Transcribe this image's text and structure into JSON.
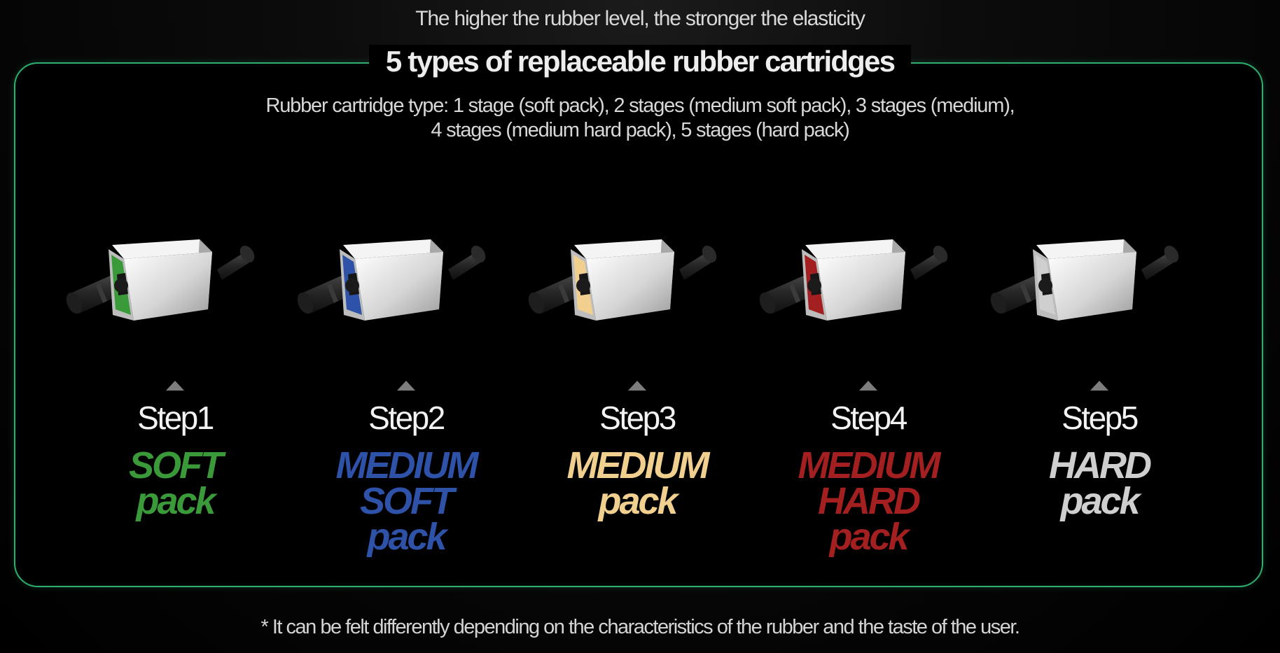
{
  "tagline": "The higher the rubber level, the stronger the elasticity",
  "headline": "5 types of replaceable rubber cartridges",
  "description": {
    "line1": "Rubber cartridge type: 1 stage (soft pack), 2 stages (medium soft pack), 3 stages (medium),",
    "line2": "4 stages (medium hard pack), 5 stages (hard pack)"
  },
  "steps": [
    {
      "label": "Step1",
      "name_lines": [
        "SOFT",
        "pack"
      ],
      "color": "#3a9a3a",
      "icon": "green-rubber-cartridge-icon"
    },
    {
      "label": "Step2",
      "name_lines": [
        "MEDIUM",
        "SOFT",
        "pack"
      ],
      "color": "#2d52a8",
      "icon": "blue-rubber-cartridge-icon"
    },
    {
      "label": "Step3",
      "name_lines": [
        "MEDIUM",
        "pack"
      ],
      "color": "#f0cf8f",
      "icon": "beige-rubber-cartridge-icon"
    },
    {
      "label": "Step4",
      "name_lines": [
        "MEDIUM",
        "HARD",
        "pack"
      ],
      "color": "#a42020",
      "icon": "red-rubber-cartridge-icon"
    },
    {
      "label": "Step5",
      "name_lines": [
        "HARD",
        "pack"
      ],
      "color": "#cfcfcf",
      "icon": "black-rubber-cartridge-icon"
    }
  ],
  "footnote": "* It can be felt differently depending on the characteristics of the rubber and the taste of the user."
}
